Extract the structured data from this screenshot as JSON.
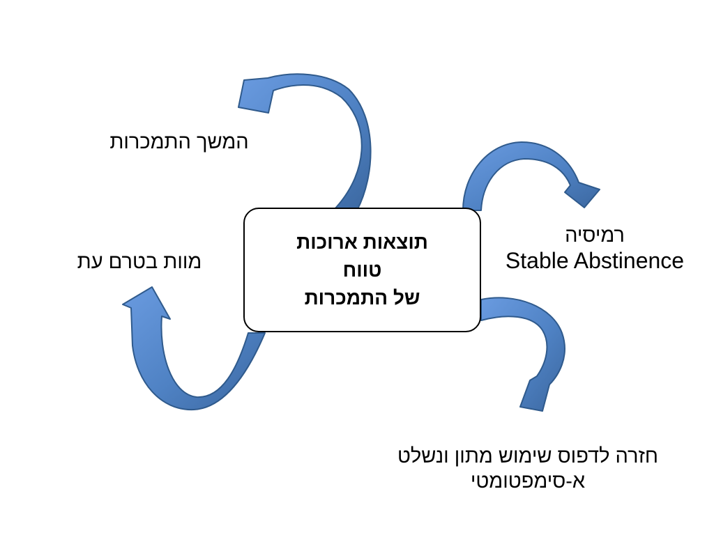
{
  "center": {
    "lines": [
      "תוצאות ארוכות",
      "טווח",
      "של התמכרות"
    ]
  },
  "outcomes": {
    "continued_addiction": "המשך התמכרות",
    "premature_death": "מוות בטרם עת",
    "remission": {
      "he": "רמיסיה",
      "en": "Stable Abstinence"
    },
    "return_to_use": {
      "line1": "חזרה לדפוס שימוש מתון ונשלט",
      "line2": "א-סימפטומטי"
    }
  },
  "colors": {
    "arrow_light": "#5b8ed1",
    "arrow_dark": "#3a6aa6",
    "arrow_stroke": "#2f5a8c",
    "box_border": "#000000"
  }
}
